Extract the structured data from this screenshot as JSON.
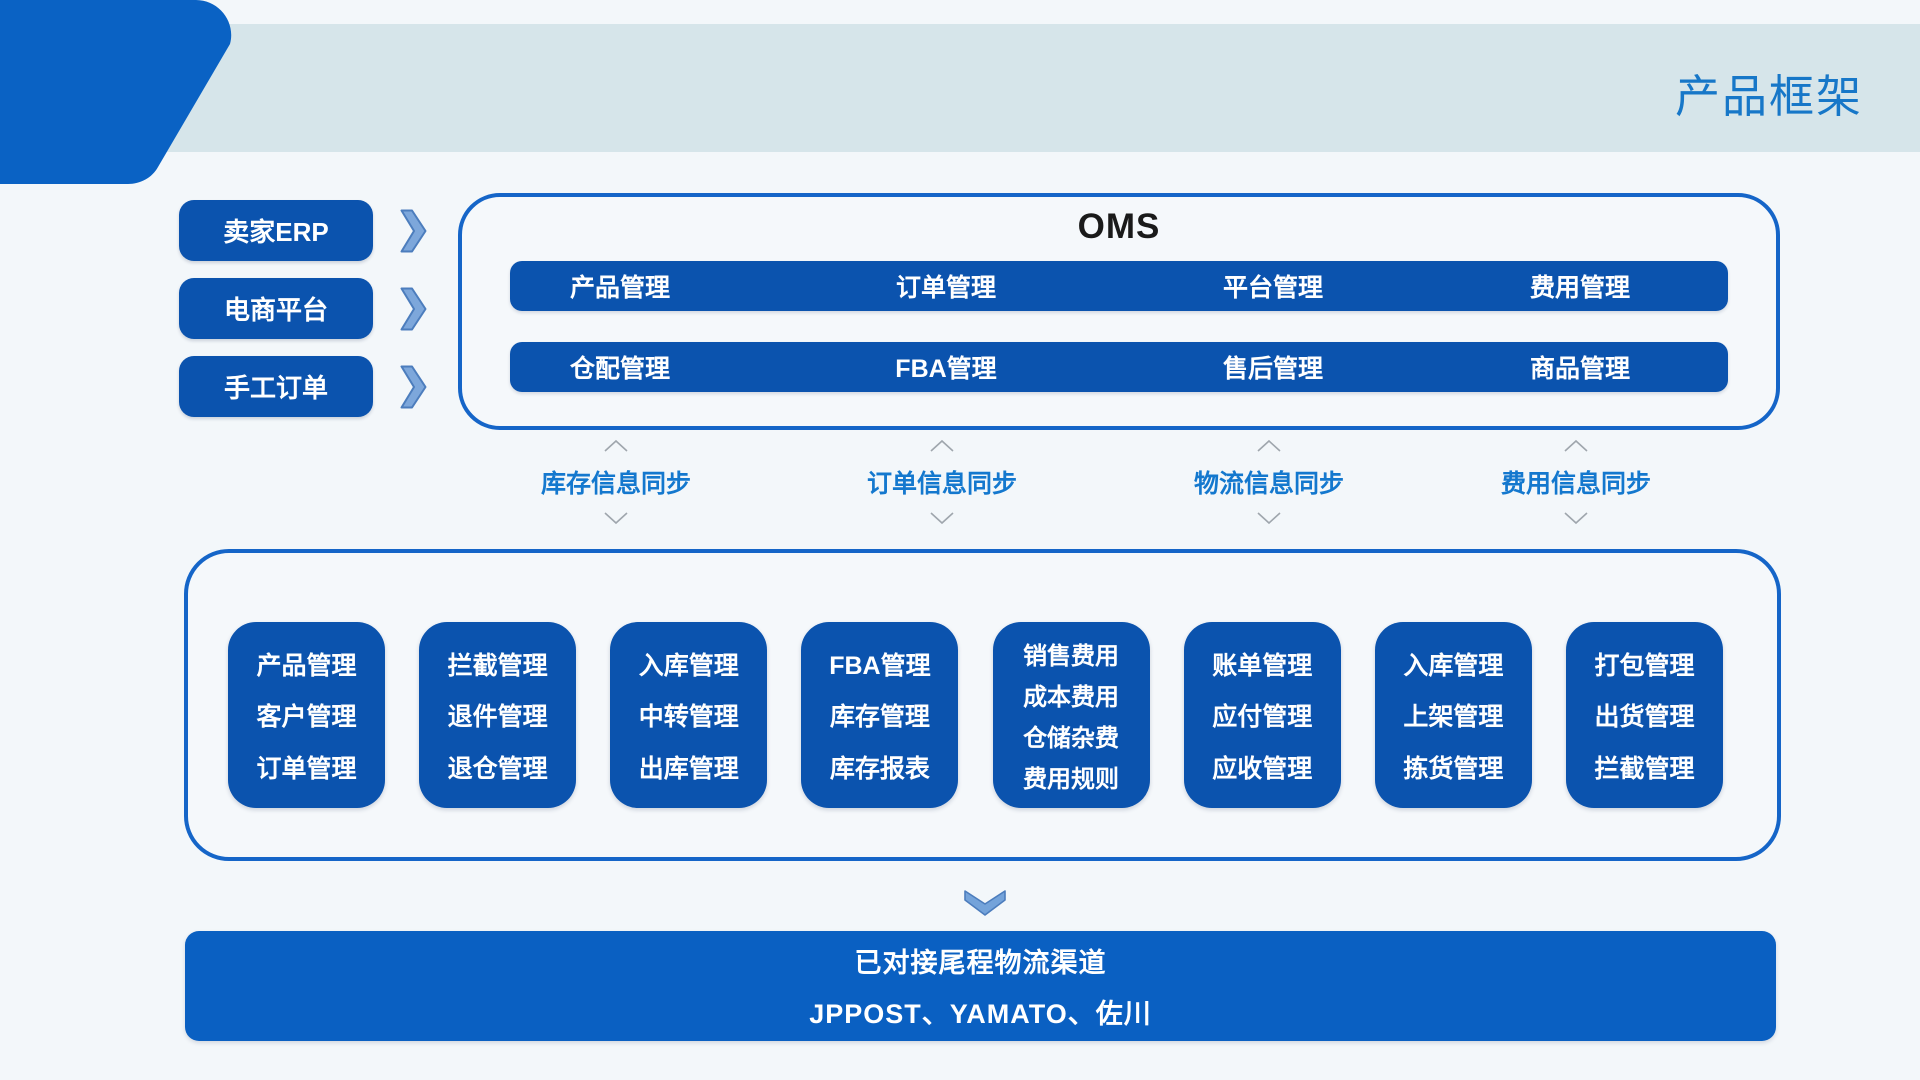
{
  "colors": {
    "primary_blue": "#0B53AE",
    "bright_blue": "#0A62C4",
    "accent_text_blue": "#1478CE",
    "header_band": "#D6E5EA",
    "page_background": "#F3F7FA",
    "box_border": "#1565C8",
    "arrow_fill": "#7DA7DB",
    "arrow_stroke": "#4C7DBD",
    "caret_gray": "#9FA6AD"
  },
  "header": {
    "title": "产品框架"
  },
  "sources": [
    {
      "label": "卖家ERP"
    },
    {
      "label": "电商平台"
    },
    {
      "label": "手工订单"
    }
  ],
  "oms": {
    "title": "OMS",
    "row1": [
      "产品管理",
      "订单管理",
      "平台管理",
      "费用管理"
    ],
    "row2": [
      "仓配管理",
      "FBA管理",
      "售后管理",
      "商品管理"
    ]
  },
  "sync_labels": [
    "库存信息同步",
    "订单信息同步",
    "物流信息同步",
    "费用信息同步"
  ],
  "modules": [
    {
      "items": [
        "产品管理",
        "客户管理",
        "订单管理"
      ]
    },
    {
      "items": [
        "拦截管理",
        "退件管理",
        "退仓管理"
      ]
    },
    {
      "items": [
        "入库管理",
        "中转管理",
        "出库管理"
      ]
    },
    {
      "items": [
        "FBA管理",
        "库存管理",
        "库存报表"
      ]
    },
    {
      "items": [
        "销售费用",
        "成本费用",
        "仓储杂费",
        "费用规则"
      ]
    },
    {
      "items": [
        "账单管理",
        "应付管理",
        "应收管理"
      ]
    },
    {
      "items": [
        "入库管理",
        "上架管理",
        "拣货管理"
      ]
    },
    {
      "items": [
        "打包管理",
        "出货管理",
        "拦截管理"
      ]
    }
  ],
  "footer": {
    "line1": "已对接尾程物流渠道",
    "line2": "JPPOST、YAMATO、佐川"
  },
  "icons": {
    "source_arrow": "chevron-right-icon",
    "sync_up": "caret-up-icon",
    "sync_down": "caret-down-icon",
    "flow_down": "chevron-down-icon"
  }
}
